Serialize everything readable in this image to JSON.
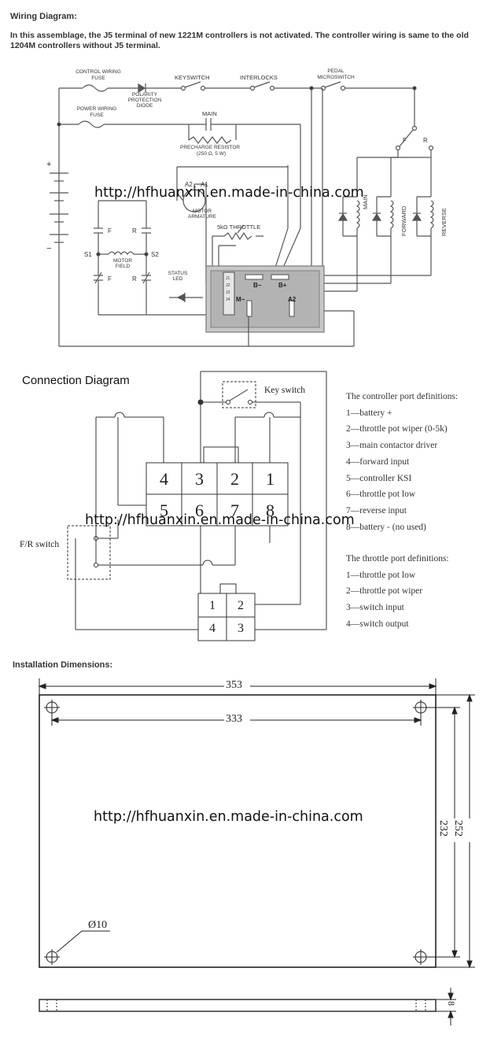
{
  "wiring": {
    "title": "Wiring Diagram:",
    "intro": "In this assemblage, the J5 terminal of new 1221M controllers is not activated. The controller wiring is same to the old 1204M controllers without J5 terminal.",
    "labels": {
      "control_fuse": "CONTROL WIRING FUSE",
      "polarity_diode": "POLARITY PROTECTION DIODE",
      "keyswitch": "KEYSWITCH",
      "interlocks": "INTERLOCKS",
      "pedal": "PEDAL MICROSWITCH",
      "power_fuse": "POWER WIRING FUSE",
      "main": "MAIN",
      "precharge": "PRECHARGE RESISTOR",
      "precharge_spec": "(250 Ω, 5 W)",
      "a2": "A2",
      "a1": "A1",
      "motor_armature": "MOTOR ARMATURE",
      "throttle": "5kΩ THROTTLE",
      "f": "F",
      "r": "R",
      "s1": "S1",
      "s2": "S2",
      "motor_field": "MOTOR FIELD",
      "status_led": "STATUS LED",
      "b_minus": "B−",
      "b_plus": "B+",
      "m_minus": "M−",
      "a2_term": "A2",
      "plus": "+",
      "minus": "−",
      "coil_main": "MAIN",
      "coil_forward": "FORWARD",
      "coil_reverse": "REVERSE",
      "j_pins": [
        "J1",
        "J2",
        "J3",
        "J4"
      ]
    }
  },
  "connection": {
    "title": "Connection Diagram",
    "key_switch": "Key switch",
    "fr_switch": "F/R switch",
    "pins_top": [
      "4",
      "3",
      "2",
      "1"
    ],
    "pins_bottom": [
      "5",
      "6",
      "7",
      "8"
    ],
    "throttle_pins": [
      "1",
      "2",
      "4",
      "3"
    ],
    "controller_port_title": "The controller port definitions:",
    "controller_port": [
      "1—battery +",
      "2—throttle pot wiper (0-5k)",
      "3—main contactor driver",
      "4—forward input",
      "5—controller KSI",
      "6—throttle pot low",
      "7—reverse input",
      "8—battery - (no used)"
    ],
    "throttle_port_title": "The throttle port definitions:",
    "throttle_port": [
      "1—throttle pot low",
      "2—throttle pot wiper",
      "3—switch input",
      "4—switch output"
    ]
  },
  "installation": {
    "title": "Installation Dimensions:",
    "dim_353": "353",
    "dim_333": "333",
    "dim_252": "252",
    "dim_232": "232",
    "dim_hole": "Ø10",
    "dim_thick": "8"
  },
  "watermark": "http://hfhuanxin.en.made-in-china.com"
}
